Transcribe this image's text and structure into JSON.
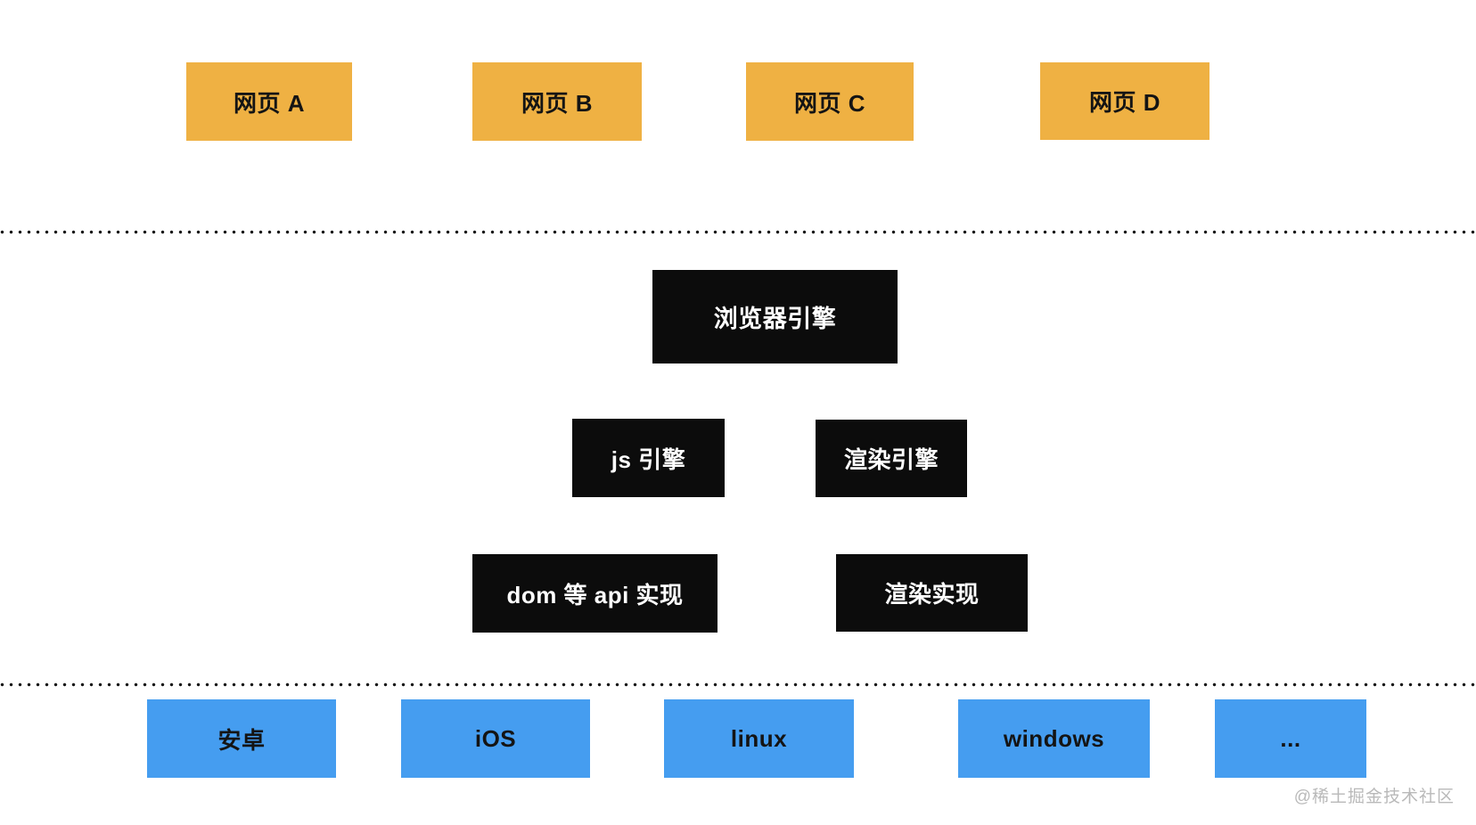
{
  "diagram": {
    "web_pages": [
      "网页 A",
      "网页 B",
      "网页 C",
      "网页 D"
    ],
    "browser_engine": "浏览器引擎",
    "js_engine": "js 引擎",
    "render_engine": "渲染引擎",
    "dom_api_impl": "dom 等 api 实现",
    "render_impl": "渲染实现",
    "platforms": [
      "安卓",
      "iOS",
      "linux",
      "windows",
      "..."
    ],
    "colors": {
      "webpage_orange": "#efb143",
      "engine_black": "#0c0c0c",
      "platform_blue": "#459df0",
      "dotted_line": "#161616",
      "watermark_gray": "#b9b9b9"
    }
  },
  "watermark": "@稀土掘金技术社区"
}
